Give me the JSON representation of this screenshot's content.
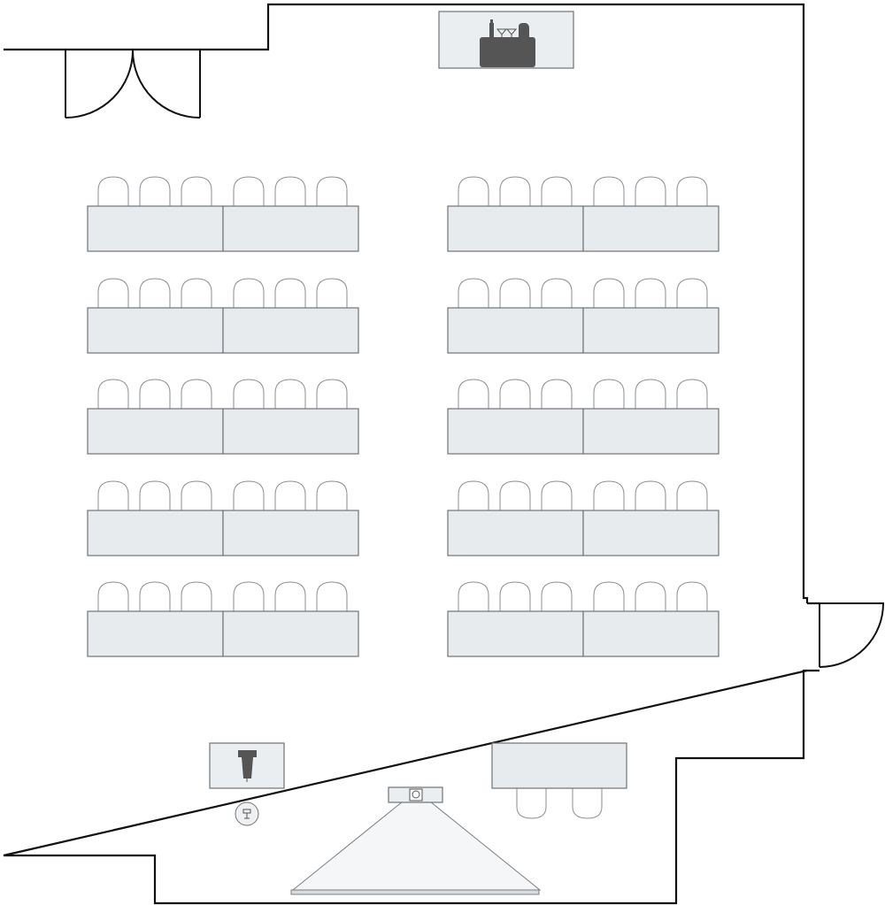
{
  "diagram": {
    "type": "room-layout",
    "style": "classroom",
    "colors": {
      "wall": "#111111",
      "table_fill": "#e8ebee",
      "table_stroke": "#6f7378",
      "chair_stroke": "#8a8e93",
      "furniture_dark": "#555555"
    },
    "seating": {
      "block_count": 10,
      "rows": 5,
      "columns": 2,
      "tables_per_block": 2,
      "chairs_per_table": 3,
      "total_tables": 20,
      "total_chairs": 60
    },
    "fixtures": [
      {
        "name": "refreshment-station-icon"
      },
      {
        "name": "lectern-icon"
      },
      {
        "name": "microphone-icon"
      },
      {
        "name": "head-table-icon"
      },
      {
        "name": "projector-icon"
      },
      {
        "name": "projection-screen-icon"
      },
      {
        "name": "double-door-icon"
      },
      {
        "name": "side-door-icon"
      }
    ]
  }
}
